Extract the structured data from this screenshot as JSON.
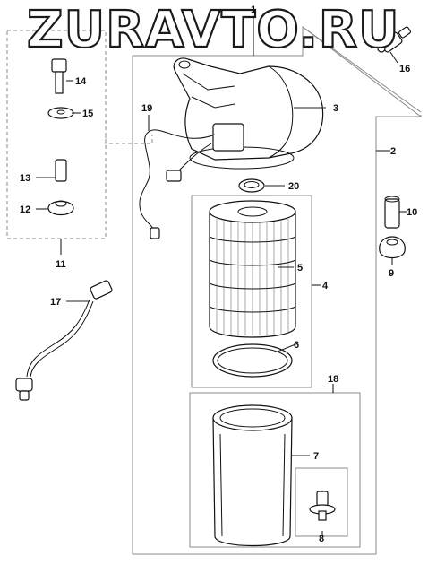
{
  "watermark": "ZURAVTO.RU",
  "callouts": {
    "c1": "1",
    "c2": "2",
    "c3": "3",
    "c4": "4",
    "c5": "5",
    "c6": "6",
    "c7": "7",
    "c8": "8",
    "c9": "9",
    "c10": "10",
    "c11": "11",
    "c12": "12",
    "c13": "13",
    "c14": "14",
    "c15": "15",
    "c16": "16",
    "c17": "17",
    "c18": "18",
    "c19": "19",
    "c20": "20"
  }
}
